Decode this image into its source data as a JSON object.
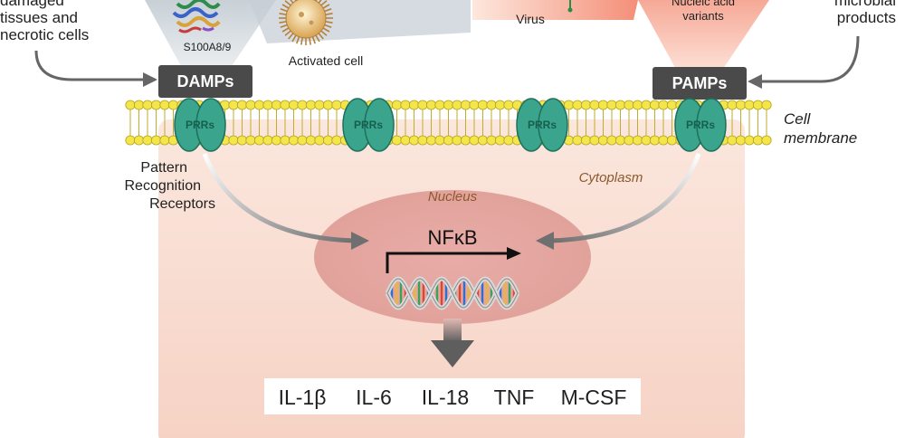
{
  "left_source": {
    "lines": [
      "damaged",
      "tissues and",
      "necrotic cells"
    ]
  },
  "right_source": {
    "lines": [
      "microbial",
      "products"
    ]
  },
  "protein_label": "S100A8/9",
  "activated_cell_label": "Activated cell",
  "virus_label": "Virus",
  "nucleic_label": {
    "lines": [
      "Nucleic acid",
      "variants"
    ]
  },
  "damps_label": "DAMPs",
  "pamps_label": "PAMPs",
  "prr_label": "PRRs",
  "membrane_label": {
    "lines": [
      "Cell",
      "membrane"
    ]
  },
  "prr_caption": {
    "lines": [
      "Pattern",
      "Recognition",
      "Receptors"
    ]
  },
  "cytoplasm_label": "Cytoplasm",
  "nucleus_label": "Nucleus",
  "transcription_factor": "NFκB",
  "cytokines": [
    "IL-1β",
    "IL-6",
    "IL-18",
    "TNF",
    "M-CSF"
  ],
  "colors": {
    "cell_fill": "#f8dcd0",
    "nucleus_fill": "#e6a8a2",
    "lipid_head": "#f2e64a",
    "receptor": "#3aa58c",
    "label_box": "#4a4a4a",
    "accent_text": "#8b5a2b",
    "arrow": "#777777"
  },
  "icons": [
    "protein-structure-icon",
    "spiky-cell-icon",
    "virus-icon",
    "dna-helix-icon"
  ]
}
